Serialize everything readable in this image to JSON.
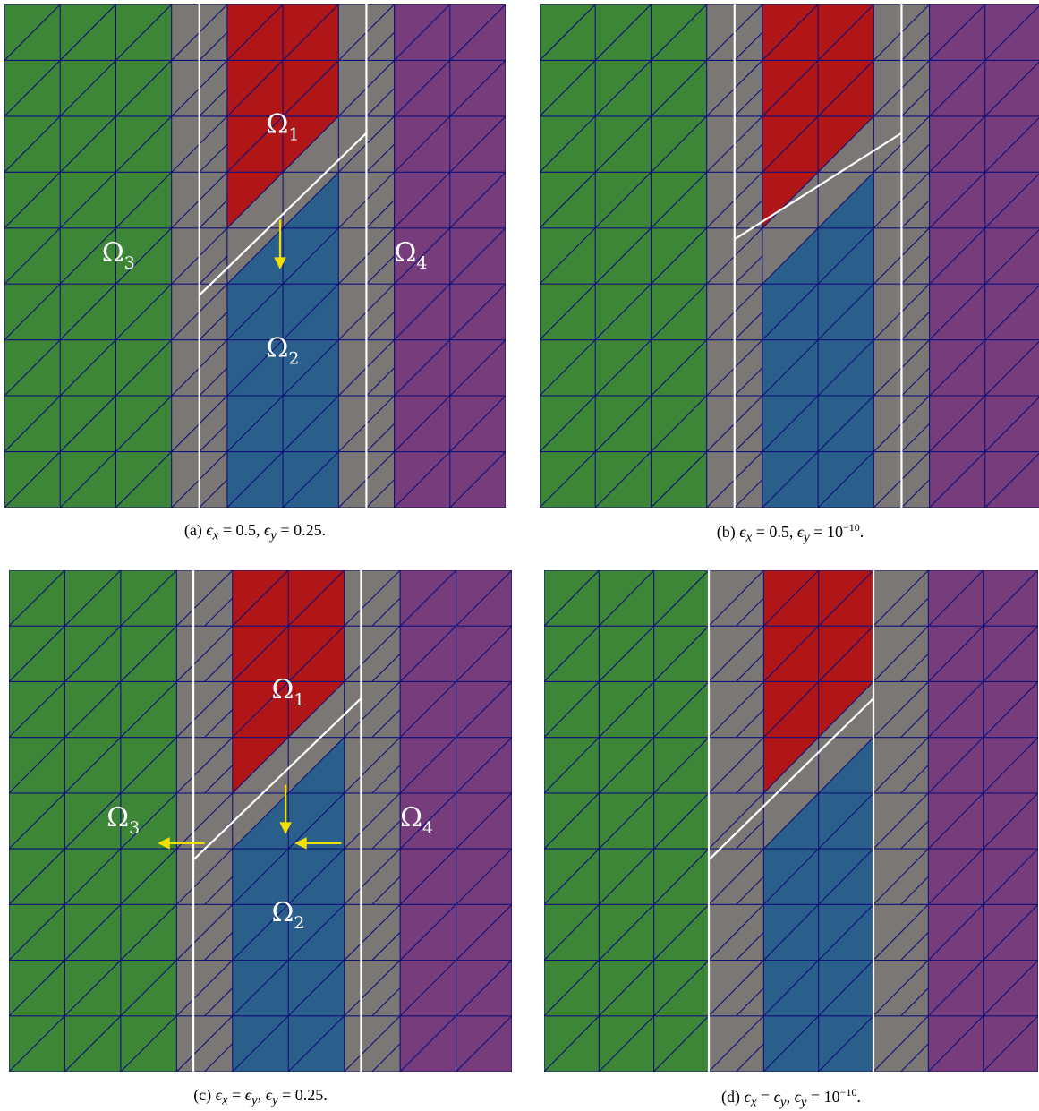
{
  "colors": {
    "green": "#3d8537",
    "red": "#b01518",
    "blue": "#2a5f8c",
    "purple": "#763c7c",
    "gray": "#7a7774",
    "mesh": "#10107a",
    "interface": "#ffffff",
    "arrow": "#f2e100"
  },
  "labels": {
    "omega1": "Ω1",
    "omega2": "Ω2",
    "omega3": "Ω3",
    "omega4": "Ω4"
  },
  "panels": [
    {
      "id": "a",
      "caption": {
        "prefix": "(a) ",
        "parts": [
          "ϵ",
          "x",
          " = 0.5, ",
          "ϵ",
          "y",
          " = 0.25."
        ]
      },
      "show_labels": true,
      "arrows": [
        "down"
      ]
    },
    {
      "id": "b",
      "caption": {
        "prefix": "(b) ",
        "parts": [
          "ϵ",
          "x",
          " = 0.5, ",
          "ϵ",
          "y",
          " = 10",
          "−10",
          "."
        ]
      },
      "show_labels": false,
      "arrows": []
    },
    {
      "id": "c",
      "caption": {
        "prefix": "(c) ",
        "parts": [
          "ϵ",
          "x",
          " = ",
          "ϵ",
          "y",
          ", ",
          "ϵ",
          "y",
          " = 0.25."
        ]
      },
      "show_labels": true,
      "arrows": [
        "down",
        "left",
        "left"
      ]
    },
    {
      "id": "d",
      "caption": {
        "prefix": "(d) ",
        "parts": [
          "ϵ",
          "x",
          " = ",
          "ϵ",
          "y",
          ", ",
          "ϵ",
          "y",
          " = 10",
          "−10",
          "."
        ]
      },
      "show_labels": false,
      "arrows": []
    }
  ]
}
